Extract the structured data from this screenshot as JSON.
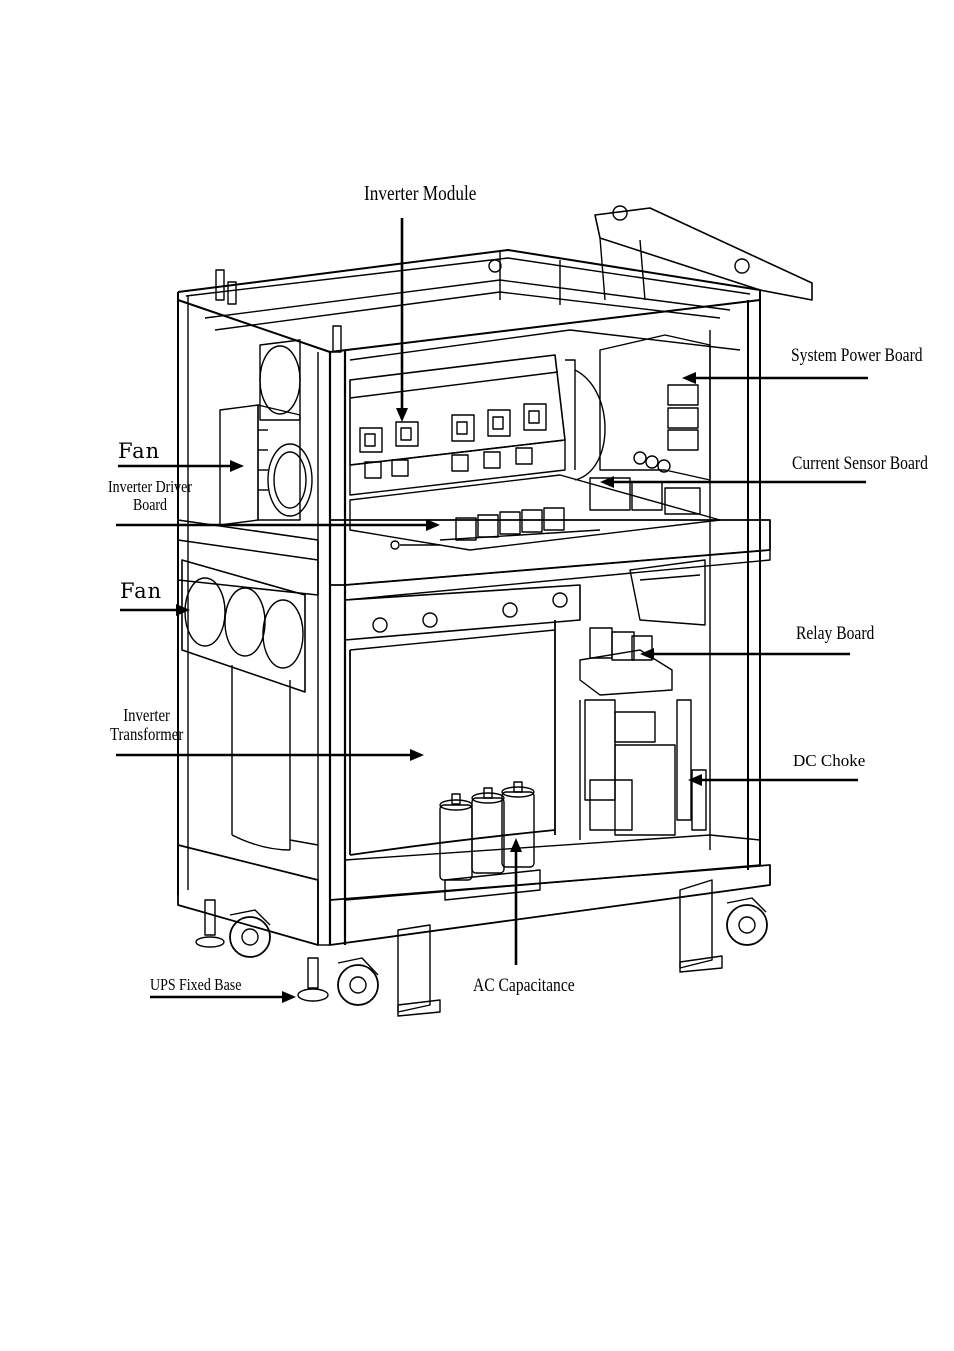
{
  "labels": {
    "inverter_module": "Inverter Module",
    "system_power_board": "System Power Board",
    "fan_upper": "Fan",
    "current_sensor_board": "Current Sensor Board",
    "inverter_driver_board_line1": "Inverter Driver",
    "inverter_driver_board_line2": "Board",
    "fan_lower": "Fan",
    "relay_board": "Relay Board",
    "inverter_transformer_line1": "Inverter",
    "inverter_transformer_line2": "Transformer",
    "dc_choke": "DC Choke",
    "ups_fixed_base": "UPS Fixed Base",
    "ac_capacitance": "AC Capacitance"
  },
  "colors": {
    "line": "#000000",
    "background": "#ffffff"
  }
}
